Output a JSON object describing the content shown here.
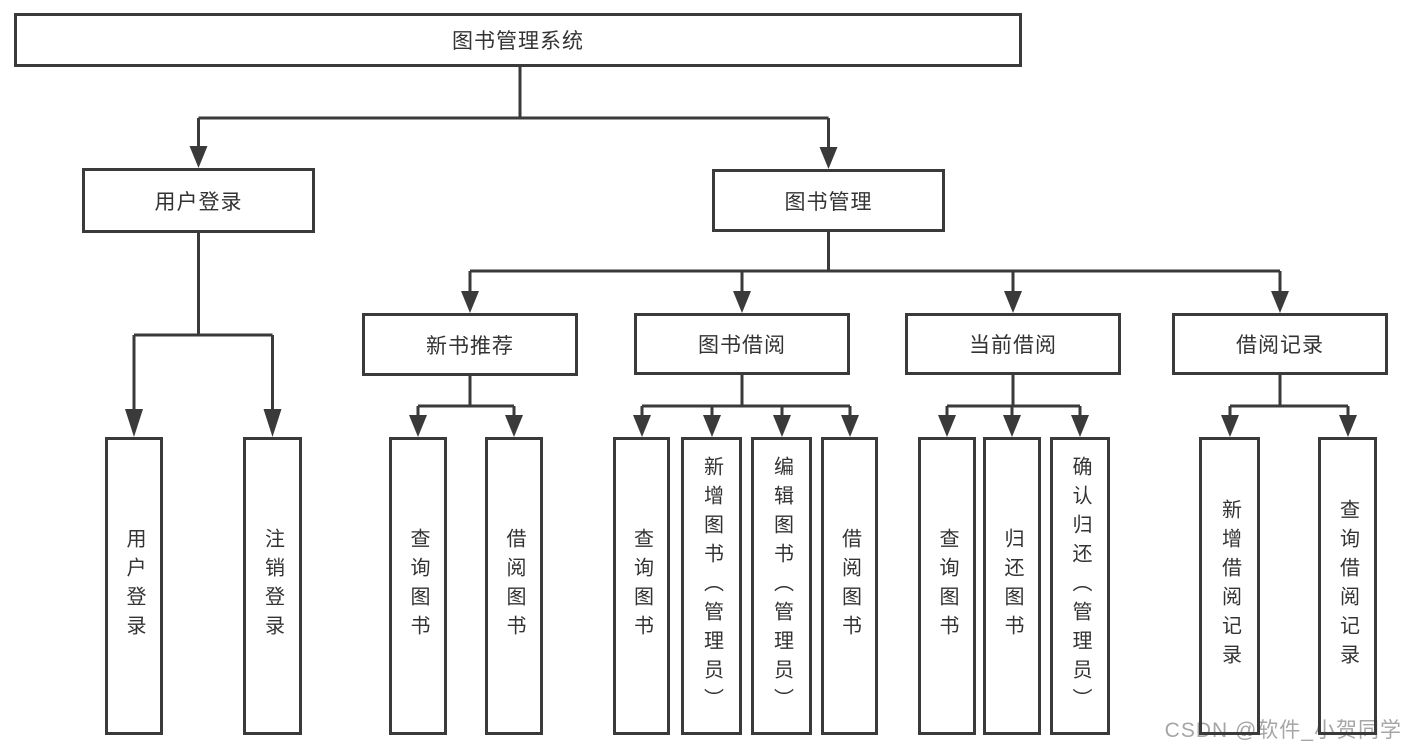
{
  "nodes": {
    "root": "图书管理系统",
    "user_login": "用户登录",
    "book_mgmt": "图书管理",
    "new_book_rec": "新书推荐",
    "book_borrow": "图书借阅",
    "current_borrow": "当前借阅",
    "borrow_records": "借阅记录",
    "ul_login": "用户登录",
    "ul_logout": "注销登录",
    "nbr_query": "查询图书",
    "nbr_borrow": "借阅图书",
    "bb_query": "查询图书",
    "bb_add": "新增图书（管理员）",
    "bb_edit": "编辑图书（管理员）",
    "bb_borrow": "借阅图书",
    "cb_query": "查询图书",
    "cb_return": "归还图书",
    "cb_confirm": "确认归还（管理员）",
    "br_add": "新增借阅记录",
    "br_query": "查询借阅记录"
  },
  "watermark": "CSDN @软件_小贺同学",
  "colors": {
    "line": "#3a3a3a",
    "text": "#333333",
    "background": "#ffffff",
    "watermark": "#a6a6a6"
  }
}
